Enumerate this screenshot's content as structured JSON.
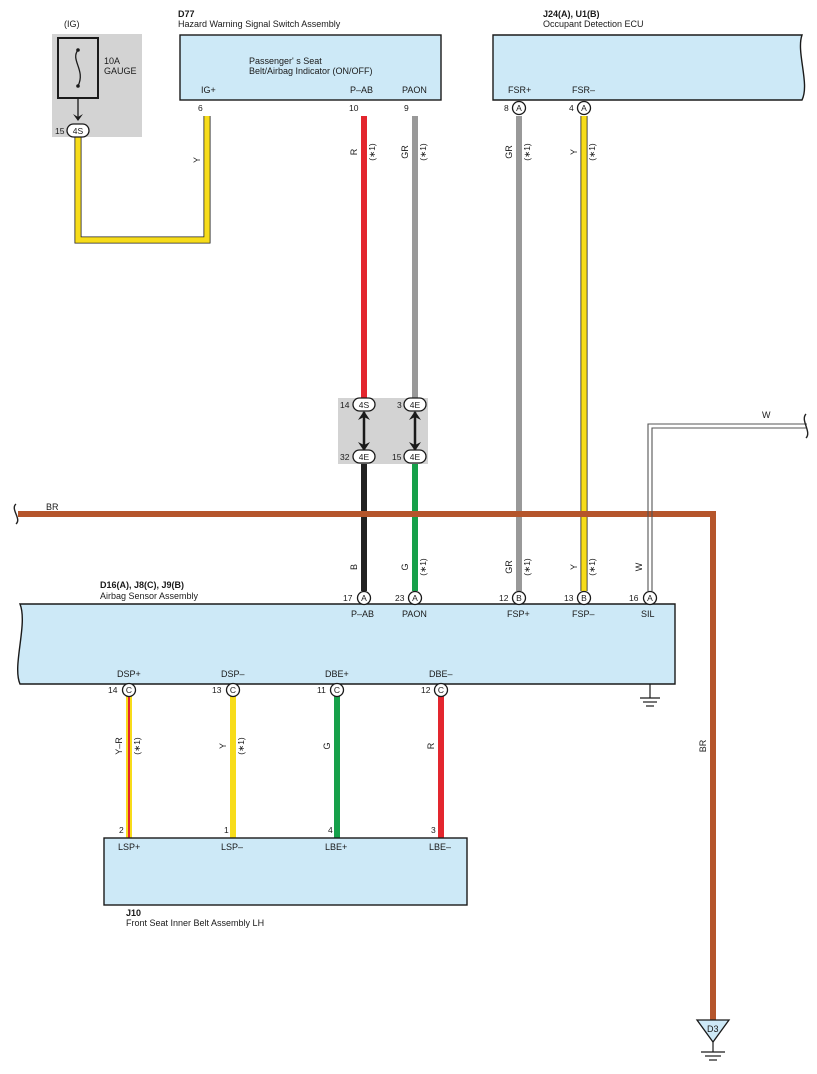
{
  "fuse": {
    "supply": "(IG)",
    "rating": "10A",
    "name": "GAUGE",
    "pin": "15",
    "connector": "4S"
  },
  "d77": {
    "code": "D77",
    "name": "Hazard Warning Signal Switch Assembly",
    "function_line1": "Passenger' s Seat",
    "function_line2": "Belt/Airbag Indicator (ON/OFF)",
    "terminals": [
      {
        "label": "IG+",
        "pin": "6"
      },
      {
        "label": "P–AB",
        "pin": "10"
      },
      {
        "label": "PAON",
        "pin": "9"
      }
    ]
  },
  "j24": {
    "code": "J24(A), U1(B)",
    "name": "Occupant Detection ECU",
    "terminals": [
      {
        "label": "FSR+",
        "pin": "8",
        "connector": "A"
      },
      {
        "label": "FSR–",
        "pin": "4",
        "connector": "A"
      }
    ]
  },
  "junction": {
    "top": [
      {
        "pin": "14",
        "connector": "4S"
      },
      {
        "pin": "3",
        "connector": "4E"
      }
    ],
    "bottom": [
      {
        "pin": "32",
        "connector": "4E"
      },
      {
        "pin": "15",
        "connector": "4E"
      }
    ]
  },
  "d16": {
    "code": "D16(A), J8(C), J9(B)",
    "name": "Airbag Sensor Assembly",
    "top_terminals": [
      {
        "label": "P–AB",
        "pin": "17",
        "connector": "A"
      },
      {
        "label": "PAON",
        "pin": "23",
        "connector": "A"
      },
      {
        "label": "FSP+",
        "pin": "12",
        "connector": "B"
      },
      {
        "label": "FSP–",
        "pin": "13",
        "connector": "B"
      },
      {
        "label": "SIL",
        "pin": "16",
        "connector": "A"
      }
    ],
    "bottom_terminals": [
      {
        "label": "DSP+",
        "pin": "14",
        "connector": "C"
      },
      {
        "label": "DSP–",
        "pin": "13",
        "connector": "C"
      },
      {
        "label": "DBE+",
        "pin": "11",
        "connector": "C"
      },
      {
        "label": "DBE–",
        "pin": "12",
        "connector": "C"
      }
    ]
  },
  "j10": {
    "code": "J10",
    "name": "Front Seat Inner Belt Assembly LH",
    "terminals": [
      {
        "label": "LSP+",
        "pin": "2"
      },
      {
        "label": "LSP–",
        "pin": "1"
      },
      {
        "label": "LBE+",
        "pin": "4"
      },
      {
        "label": "LBE–",
        "pin": "3"
      }
    ]
  },
  "wire_colors": {
    "fuse_to_igplus": "Y",
    "pab_upper": "R",
    "paon_upper": "GR",
    "fsr_plus": "GR",
    "fsr_minus": "Y",
    "pab_lower": "B",
    "paon_lower": "G",
    "fsp_plus": "GR",
    "fsp_minus": "Y",
    "sil": "W",
    "sil_ext": "W",
    "ground_main": "BR",
    "ground_down": "BR",
    "dsp_plus": "Y–R",
    "dsp_minus": "Y",
    "dbe_plus": "G",
    "dbe_minus": "R"
  },
  "note_mark": "(∗1)",
  "ground_point": "D3",
  "colors": {
    "yellow": "#f7dc1a",
    "red": "#e3262e",
    "gray": "#999999",
    "black": "#222222",
    "green": "#16a04a",
    "brown": "#b5552b",
    "white_wire": "#ffffff",
    "box_fill": "#cde9f7",
    "shade": "#d3d3d3"
  }
}
